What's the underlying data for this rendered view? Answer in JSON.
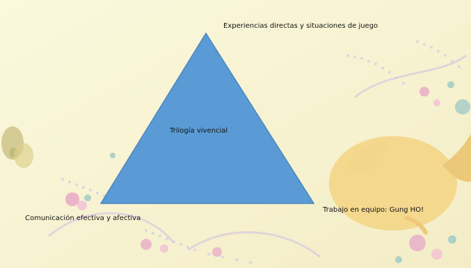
{
  "diagram": {
    "center_label": "Trilogía  vivencial",
    "vertices": {
      "top": "Experiencias directas y situaciones de juego",
      "bottom_right": "Trabajo en equipo: Gung  HO!",
      "bottom_left": "Comunicación efectiva y afectiva"
    },
    "triangle_color": "#5b9bd5",
    "triangle_stroke": "#4a86bd"
  },
  "background": {
    "base_color": "#f8f4cf",
    "bird_color": "#f2d68a",
    "pink_color": "#e7a7c7",
    "teal_color": "#9cc8c6"
  }
}
